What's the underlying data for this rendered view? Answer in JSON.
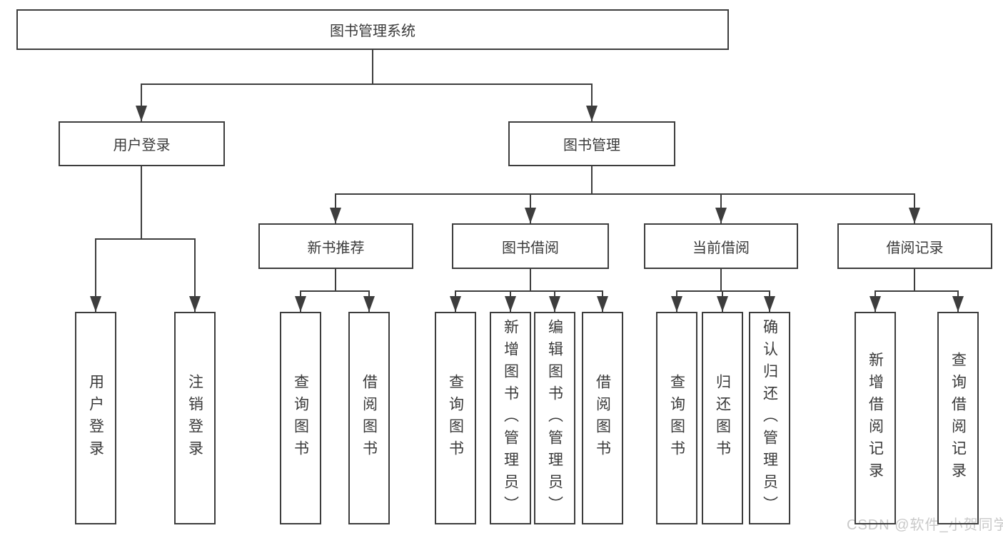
{
  "diagram": {
    "type": "hierarchy-tree",
    "colors": {
      "line": "#3d3d3d",
      "box_border": "#3d3d3d",
      "text": "#3a3a3a",
      "watermark_text": "#c9c9c9",
      "background": "#ffffff"
    },
    "tree": {
      "label": "图书管理系统",
      "children": [
        {
          "label": "用户登录",
          "children": [
            {
              "label": "用户登录"
            },
            {
              "label": "注销登录"
            }
          ]
        },
        {
          "label": "图书管理",
          "children": [
            {
              "label": "新书推荐",
              "children": [
                {
                  "label": "查询图书"
                },
                {
                  "label": "借阅图书"
                }
              ]
            },
            {
              "label": "图书借阅",
              "children": [
                {
                  "label": "查询图书"
                },
                {
                  "label": "新增图书（管理员）"
                },
                {
                  "label": "编辑图书（管理员）"
                },
                {
                  "label": "借阅图书"
                }
              ]
            },
            {
              "label": "当前借阅",
              "children": [
                {
                  "label": "查询图书"
                },
                {
                  "label": "归还图书"
                },
                {
                  "label": "确认归还（管理员）"
                }
              ]
            },
            {
              "label": "借阅记录",
              "children": [
                {
                  "label": "新增借阅记录"
                },
                {
                  "label": "查询借阅记录"
                }
              ]
            }
          ]
        }
      ]
    },
    "watermark": "CSDN @软件_小贺同学"
  }
}
